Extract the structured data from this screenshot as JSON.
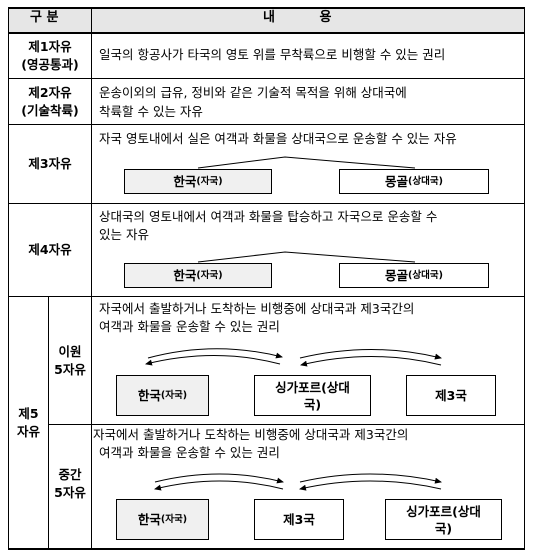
{
  "header": {
    "category": "구 분",
    "content": "내 용"
  },
  "rows": {
    "r1": {
      "label": "제1자유\n(영공통과)",
      "text": "일국의 항공사가 타국의 영토 위를 무착륙으로 비행할 수 있는 권리"
    },
    "r2": {
      "label": "제2자유\n(기술착륙)",
      "text1": "운송이외의 급유, 정비와 같은 기술적 목적을 위해 상대국에",
      "text2": "착륙할 수 있는 자유"
    },
    "r3": {
      "label": "제3자유",
      "text": "자국 영토내에서 실은 여객과 화물을 상대국으로 운송할 수 있는 자유",
      "boxA": "한국",
      "boxA_sub": "(자국)",
      "boxB": "몽골",
      "boxB_sub": "(상대국)"
    },
    "r4": {
      "label": "제4자유",
      "text1": "상대국의 영토내에서 여객과 화물을 탑승하고 자국으로 운송할 수",
      "text2": "있는 자유",
      "boxA": "한국",
      "boxA_sub": "(자국)",
      "boxB": "몽골",
      "boxB_sub": "(상대국)"
    },
    "r5": {
      "group_label": "제5\n자유",
      "beyond": {
        "label": "이원\n5자유",
        "text1": "자국에서 출발하거나 도착하는 비행중에 상대국과 제3국간의",
        "text2": "여객과 화물을 운송할 수 있는 권리",
        "boxA": "한국",
        "boxA_sub": "(자국)",
        "boxB": "싱가포르(상대\n국)",
        "boxC": "제3국"
      },
      "inter": {
        "label": "중간\n5자유",
        "text1": "자국에서 출발하거나 도착하는 비행중에 상대국과 제3국간의",
        "text2": "여객과 화물을 운송할 수 있는 권리",
        "boxA": "한국",
        "boxA_sub": "(자국)",
        "boxB": "제3국",
        "boxC": "싱가포르(상대\n국)"
      }
    }
  }
}
